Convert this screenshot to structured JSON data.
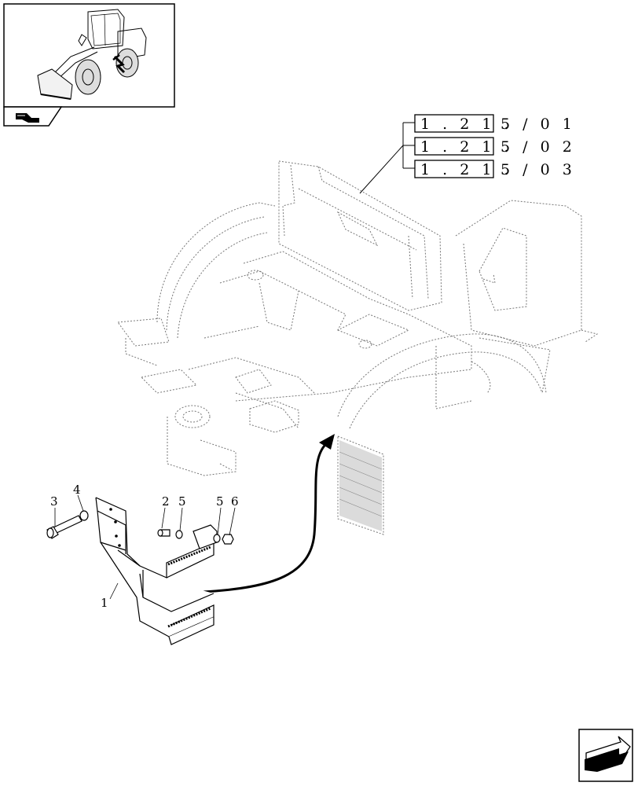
{
  "references": [
    {
      "section": "1 . 2 1 .",
      "page": "5 / 0 1"
    },
    {
      "section": "1 . 2 1 .",
      "page": "5 / 0 2"
    },
    {
      "section": "1 . 2 1 .",
      "page": "5 / 0 3"
    }
  ],
  "callouts": {
    "bracket": "1",
    "screw_a": "2",
    "bolt": "3",
    "washer_a": "4",
    "washer_b": "5",
    "washer_c": "5",
    "nut": "6"
  },
  "icons": {
    "thumbnail": "loader-thumbnail-icon",
    "section_badge": "section-arrow-icon",
    "next_page": "next-page-arrow-icon"
  }
}
